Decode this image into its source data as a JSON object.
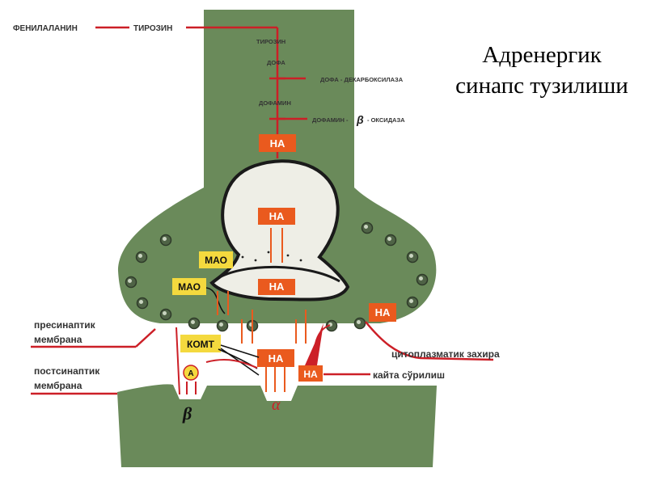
{
  "title": {
    "line1": "Адренергик",
    "line2": "синапс тузилиши"
  },
  "pathway": {
    "phenylalanine": "ФЕНИЛАЛАНИН",
    "tyrosine": "ТИРОЗИН",
    "tyrosine_inside": "ТИРОЗИН",
    "dopa": "ДОФА",
    "dopa_decarboxylase": "ДОФА - ДЕКАРБОКСИЛАЗА",
    "dopamine": "ДОФАМИН",
    "dopamine_oxidase_prefix": "ДОФАМИН -",
    "beta_symbol": "β",
    "dopamine_oxidase_suffix": "- ОКСИДАЗА"
  },
  "boxes": {
    "na": "НА",
    "mao": "МАО",
    "comt": "КОМТ",
    "a_receptor": "A"
  },
  "receptors": {
    "beta": "β",
    "alpha": "α"
  },
  "labels": {
    "presynaptic_line1": "пресинаптик",
    "presynaptic_line2": "мембрана",
    "postsynaptic_line1": "постсинаптик",
    "postsynaptic_line2": "мембрана",
    "cytoplasmic": "цитоплазматик захира",
    "reuptake": "кайта сўрилиш"
  },
  "colors": {
    "cell_green": "#6a8a5a",
    "na_orange": "#ea5a1e",
    "mao_yellow": "#f4d93e",
    "arrow_red": "#cc1f27",
    "vesicle_fill": "#eeeee6"
  }
}
